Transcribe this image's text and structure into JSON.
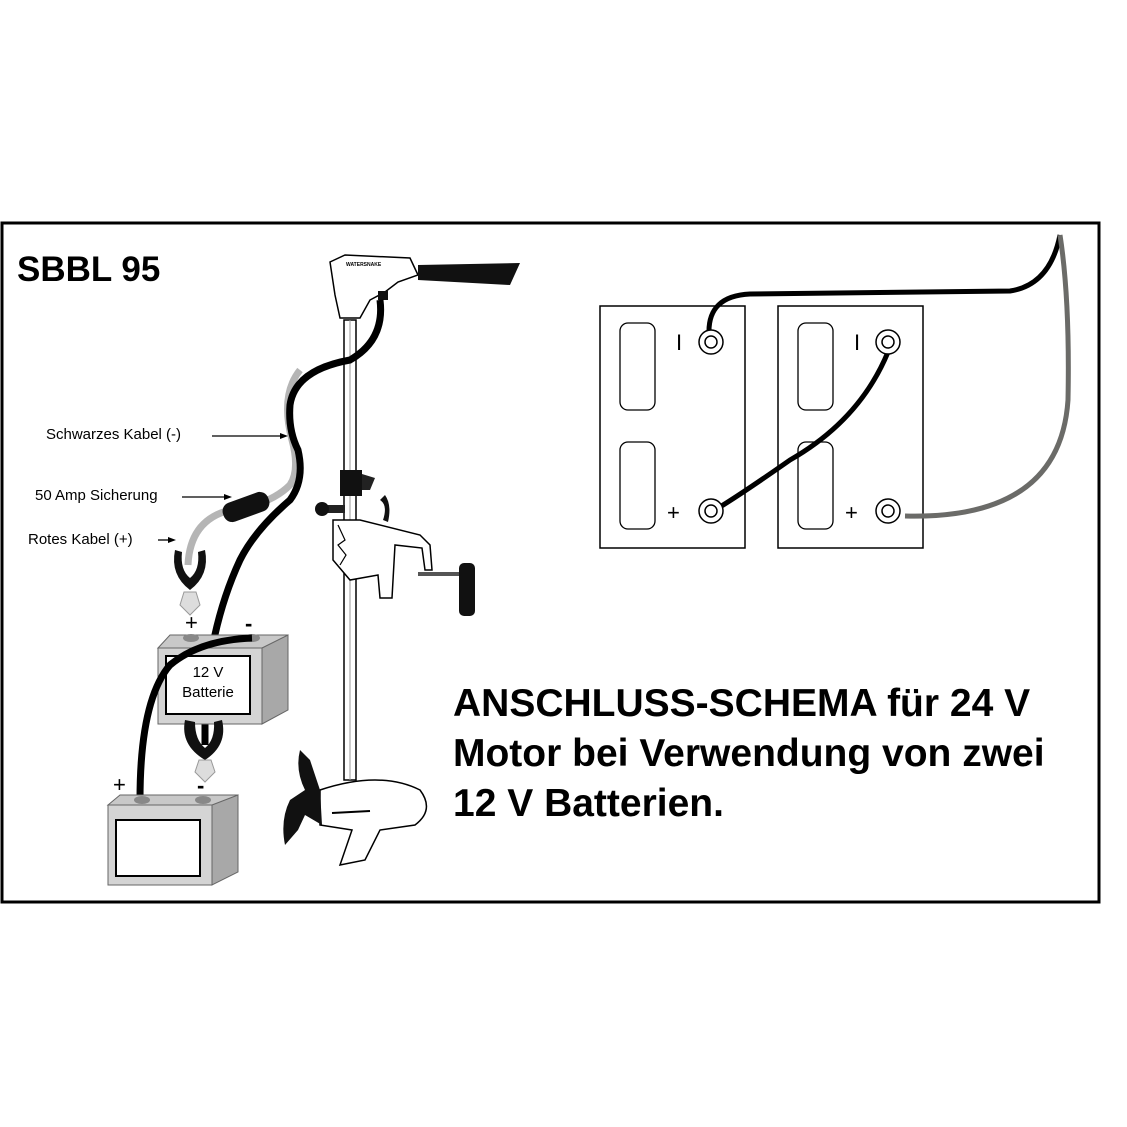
{
  "model": "SBBL 95",
  "brand_logo": "WATERSNAKE",
  "labels": {
    "black_cable": "Schwarzes Kabel (-)",
    "fuse": "50 Amp Sicherung",
    "red_cable": "Rotes Kabel (+)"
  },
  "battery": {
    "voltage": "12 V",
    "name": "Batterie",
    "plus": "+",
    "minus": "-"
  },
  "schematic": {
    "minus_sign": "I",
    "plus_sign": "+"
  },
  "title_lines": [
    "ANSCHLUSS-SCHEMA für 24 V",
    "Motor bei Verwendung von zwei",
    "12 V Batterien."
  ],
  "colors": {
    "cable_black": "#000000",
    "cable_gray": "#6b6b68",
    "battery_body": "#d4d4d4",
    "battery_side": "#a8a8a8"
  }
}
